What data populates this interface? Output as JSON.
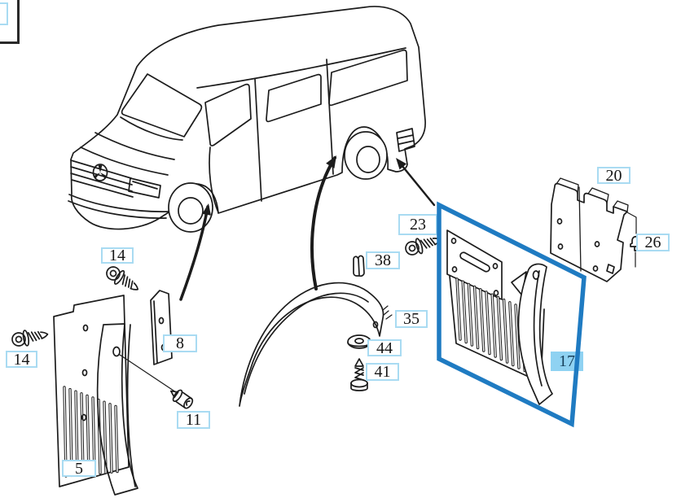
{
  "colors": {
    "line": "#1c1c1c",
    "label_border": "#a9dbf2",
    "highlight": "#1f7bc2",
    "highlight_label_bg": "#8fd2f2",
    "highlight_label_text": "#173f5a"
  },
  "callouts": [
    {
      "id": "screw-14-upper",
      "text": "14",
      "highlighted": false
    },
    {
      "id": "screw-14-lower",
      "text": "14",
      "highlighted": false
    },
    {
      "id": "bracket-8",
      "text": "8",
      "highlighted": false
    },
    {
      "id": "stud-11",
      "text": "11",
      "highlighted": false
    },
    {
      "id": "front-mud-flap-5",
      "text": "5",
      "highlighted": false
    },
    {
      "id": "clip-38",
      "text": "38",
      "highlighted": false
    },
    {
      "id": "screw-23",
      "text": "23",
      "highlighted": false
    },
    {
      "id": "wheel-arch-trim-35",
      "text": "35",
      "highlighted": false
    },
    {
      "id": "washer-44",
      "text": "44",
      "highlighted": false
    },
    {
      "id": "screw-41",
      "text": "41",
      "highlighted": false
    },
    {
      "id": "rear-mud-flap-17",
      "text": "17",
      "highlighted": true
    },
    {
      "id": "cover-panel-20",
      "text": "20",
      "highlighted": false
    },
    {
      "id": "pin-26",
      "text": "26",
      "highlighted": false
    }
  ]
}
